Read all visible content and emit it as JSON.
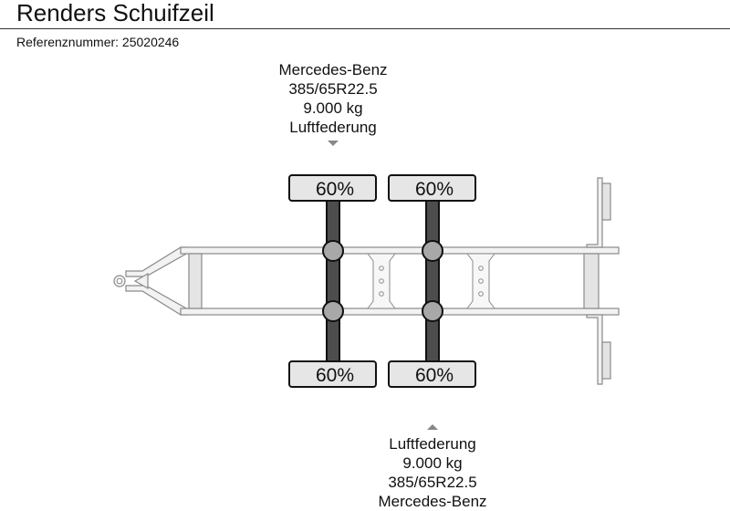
{
  "header": {
    "title": "Renders Schuifzeil",
    "reference_label": "Referenznummer:",
    "reference_number": "25020246",
    "reference_text": "Referenznummer: 25020246"
  },
  "axles": [
    {
      "position": "front",
      "label_side": "top",
      "brand": "Mercedes-Benz",
      "tire_size": "385/65R22.5",
      "capacity": "9.000 kg",
      "suspension": "Luftfederung",
      "tire_tread_top": "60%",
      "tire_tread_bottom": "60%"
    },
    {
      "position": "rear",
      "label_side": "bottom",
      "brand": "Mercedes-Benz",
      "tire_size": "385/65R22.5",
      "capacity": "9.000 kg",
      "suspension": "Luftfederung",
      "tire_tread_top": "60%",
      "tire_tread_bottom": "60%"
    }
  ],
  "icons": {
    "top_label_pointer": "triangle-down-icon",
    "bottom_label_pointer": "triangle-up-icon"
  },
  "colors": {
    "frame_fill": "#f2f2f2",
    "frame_stroke": "#8a8a8a",
    "crossmember_fill": "#e4e4e4",
    "axle_fill": "#4d4d4d",
    "hub_fill": "#a8a8a8",
    "tire_fill": "#e6e6e6",
    "outline": "#111111",
    "pointer": "#888888"
  }
}
